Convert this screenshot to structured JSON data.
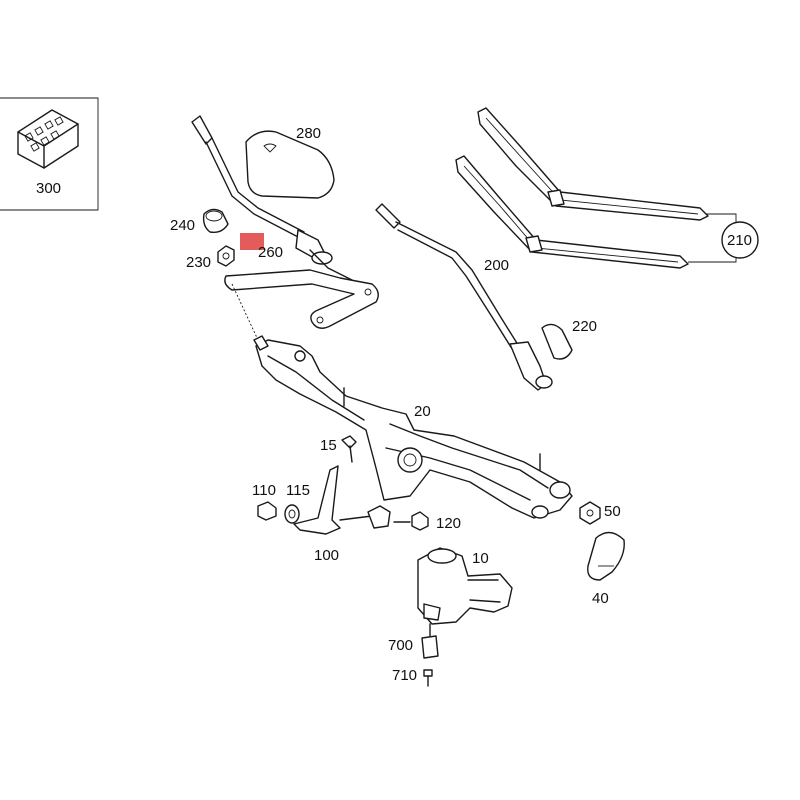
{
  "diagram": {
    "highlight_color": "#e35b5b",
    "line_color": "#1a1a1a",
    "labels": {
      "p300": "300",
      "p280": "280",
      "p240": "240",
      "p260": "260",
      "p230": "230",
      "p200": "200",
      "p210": "210",
      "p220": "220",
      "p20": "20",
      "p15": "15",
      "p110": "110",
      "p115": "115",
      "p100": "100",
      "p120": "120",
      "p10": "10",
      "p50": "50",
      "p40": "40",
      "p700": "700",
      "p710": "710"
    }
  }
}
